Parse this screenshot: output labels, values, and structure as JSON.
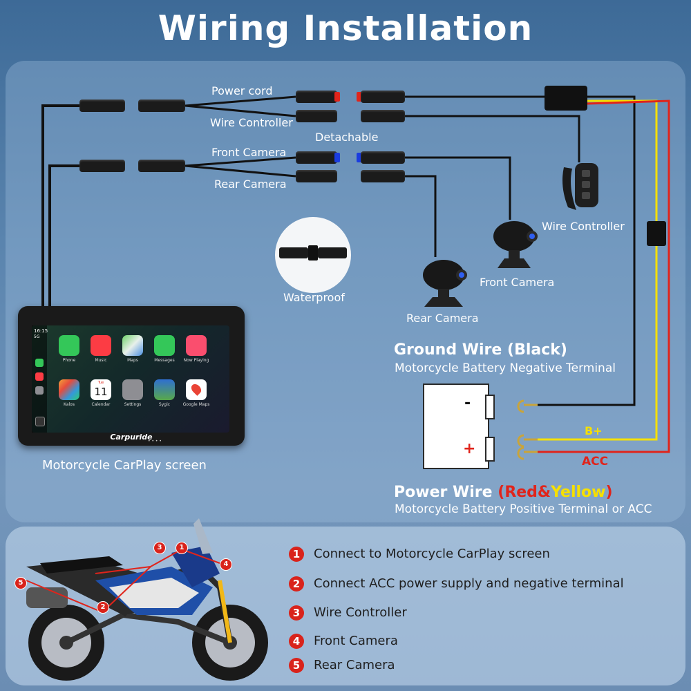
{
  "title": "Wiring Installation",
  "labels": {
    "power_cord": "Power cord",
    "wire_controller_left": "Wire Controller",
    "detachable": "Detachable",
    "front_camera_left": "Front Camera",
    "rear_camera_left": "Rear Camera",
    "wire_controller_right": "Wire Controller",
    "front_camera_right": "Front Camera",
    "rear_camera_center": "Rear Camera",
    "waterproof": "Waterproof",
    "screen_caption": "Motorcycle CarPlay screen"
  },
  "ground_wire": {
    "heading": "Ground Wire",
    "color_note": "(Black)",
    "sub": "Motorcycle Battery Negative Terminal"
  },
  "power_wire": {
    "heading": "Power Wire",
    "paren_open": "(",
    "red": "Red",
    "amp": "&",
    "yellow": "Yellow",
    "paren_close": ")",
    "sub": "Motorcycle Battery Positive Terminal or ACC"
  },
  "battery": {
    "minus": "-",
    "plus": "+",
    "b_plus": "B+",
    "acc": "ACC"
  },
  "screen": {
    "time": "16:15",
    "signal": "5G",
    "brand": "Carpuride",
    "dots": "• • • •",
    "apps": [
      {
        "name": "Phone",
        "color": "#34c759"
      },
      {
        "name": "Music",
        "color": "#fc3c44"
      },
      {
        "name": "Maps",
        "color": "#e8f0ea"
      },
      {
        "name": "Messages",
        "color": "#34c759"
      },
      {
        "name": "Now Playing",
        "color": "#fa4e6e"
      },
      {
        "name": "Kalos",
        "color": "#f2a33a"
      },
      {
        "name": "Calendar",
        "color": "#ffffff"
      },
      {
        "name": "Settings",
        "color": "#8e8e93"
      },
      {
        "name": "Sygic",
        "color": "#2f6fd1"
      },
      {
        "name": "Google Maps",
        "color": "#ffffff"
      }
    ],
    "calendar_day": "Tue",
    "calendar_date": "11"
  },
  "legend": [
    {
      "num": "1",
      "text": "Connect to Motorcycle CarPlay screen"
    },
    {
      "num": "2",
      "text": "Connect ACC power supply and negative terminal"
    },
    {
      "num": "3",
      "text": "Wire Controller"
    },
    {
      "num": "4",
      "text": "Front Camera"
    },
    {
      "num": "5",
      "text": "Rear Camera"
    }
  ],
  "colors": {
    "accent_red": "#d9231b",
    "wire_yellow": "#f6e000",
    "wire_red": "#e0241b",
    "wire_black": "#111111"
  }
}
